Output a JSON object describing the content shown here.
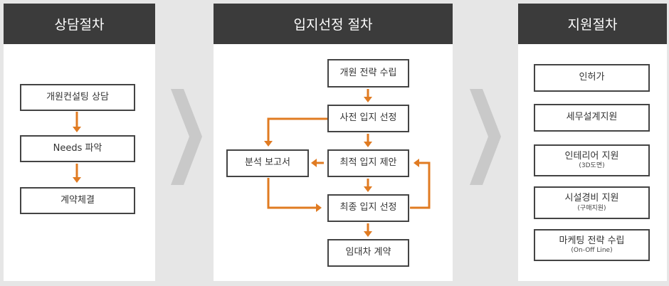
{
  "panels": [
    {
      "title": "상담절차",
      "steps": [
        "개원컨설팅 상담",
        "Needs 파악",
        "계약체결"
      ]
    },
    {
      "title": "입지선정 절차",
      "steps": [
        "개원 전략 수립",
        "사전 입지 선정",
        "최적 입지 제안",
        "최종 입지 선정",
        "임대차 계약"
      ],
      "side": "분석 보고서"
    },
    {
      "title": "지원절차",
      "steps": [
        {
          "label": "인허가"
        },
        {
          "label": "세무설계지원"
        },
        {
          "label": "인테리어 지원",
          "sub": "(3D도면)"
        },
        {
          "label": "시설경비 지원",
          "sub": "(구매지원)"
        },
        {
          "label": "마케팅 전략 수립",
          "sub": "(On-Off Line)"
        }
      ]
    }
  ],
  "colors": {
    "header": "#3b3b3b",
    "arrow": "#e07b22",
    "chevron": "#c8c8c8"
  }
}
